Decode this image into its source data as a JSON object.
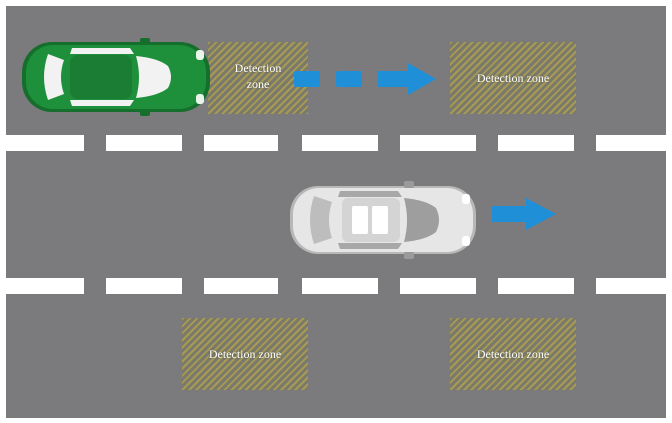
{
  "zones": {
    "top_left": {
      "label_line1": "Detection",
      "label_line2": "zone"
    },
    "top_right": {
      "label": "Detection zone"
    },
    "bottom_left": {
      "label": "Detection zone"
    },
    "bottom_right": {
      "label": "Detection zone"
    }
  },
  "colors": {
    "road": "#7b7b7d",
    "lane_marking": "#ffffff",
    "zone_hatch": "#a89a52",
    "green_car": "#1e8f3a",
    "white_car": "#d9d9d9",
    "arrow": "#1f8fd8"
  },
  "icons": {
    "green_car": "car-top-view-icon",
    "white_car": "car-top-view-icon",
    "arrow": "arrow-right-icon"
  }
}
